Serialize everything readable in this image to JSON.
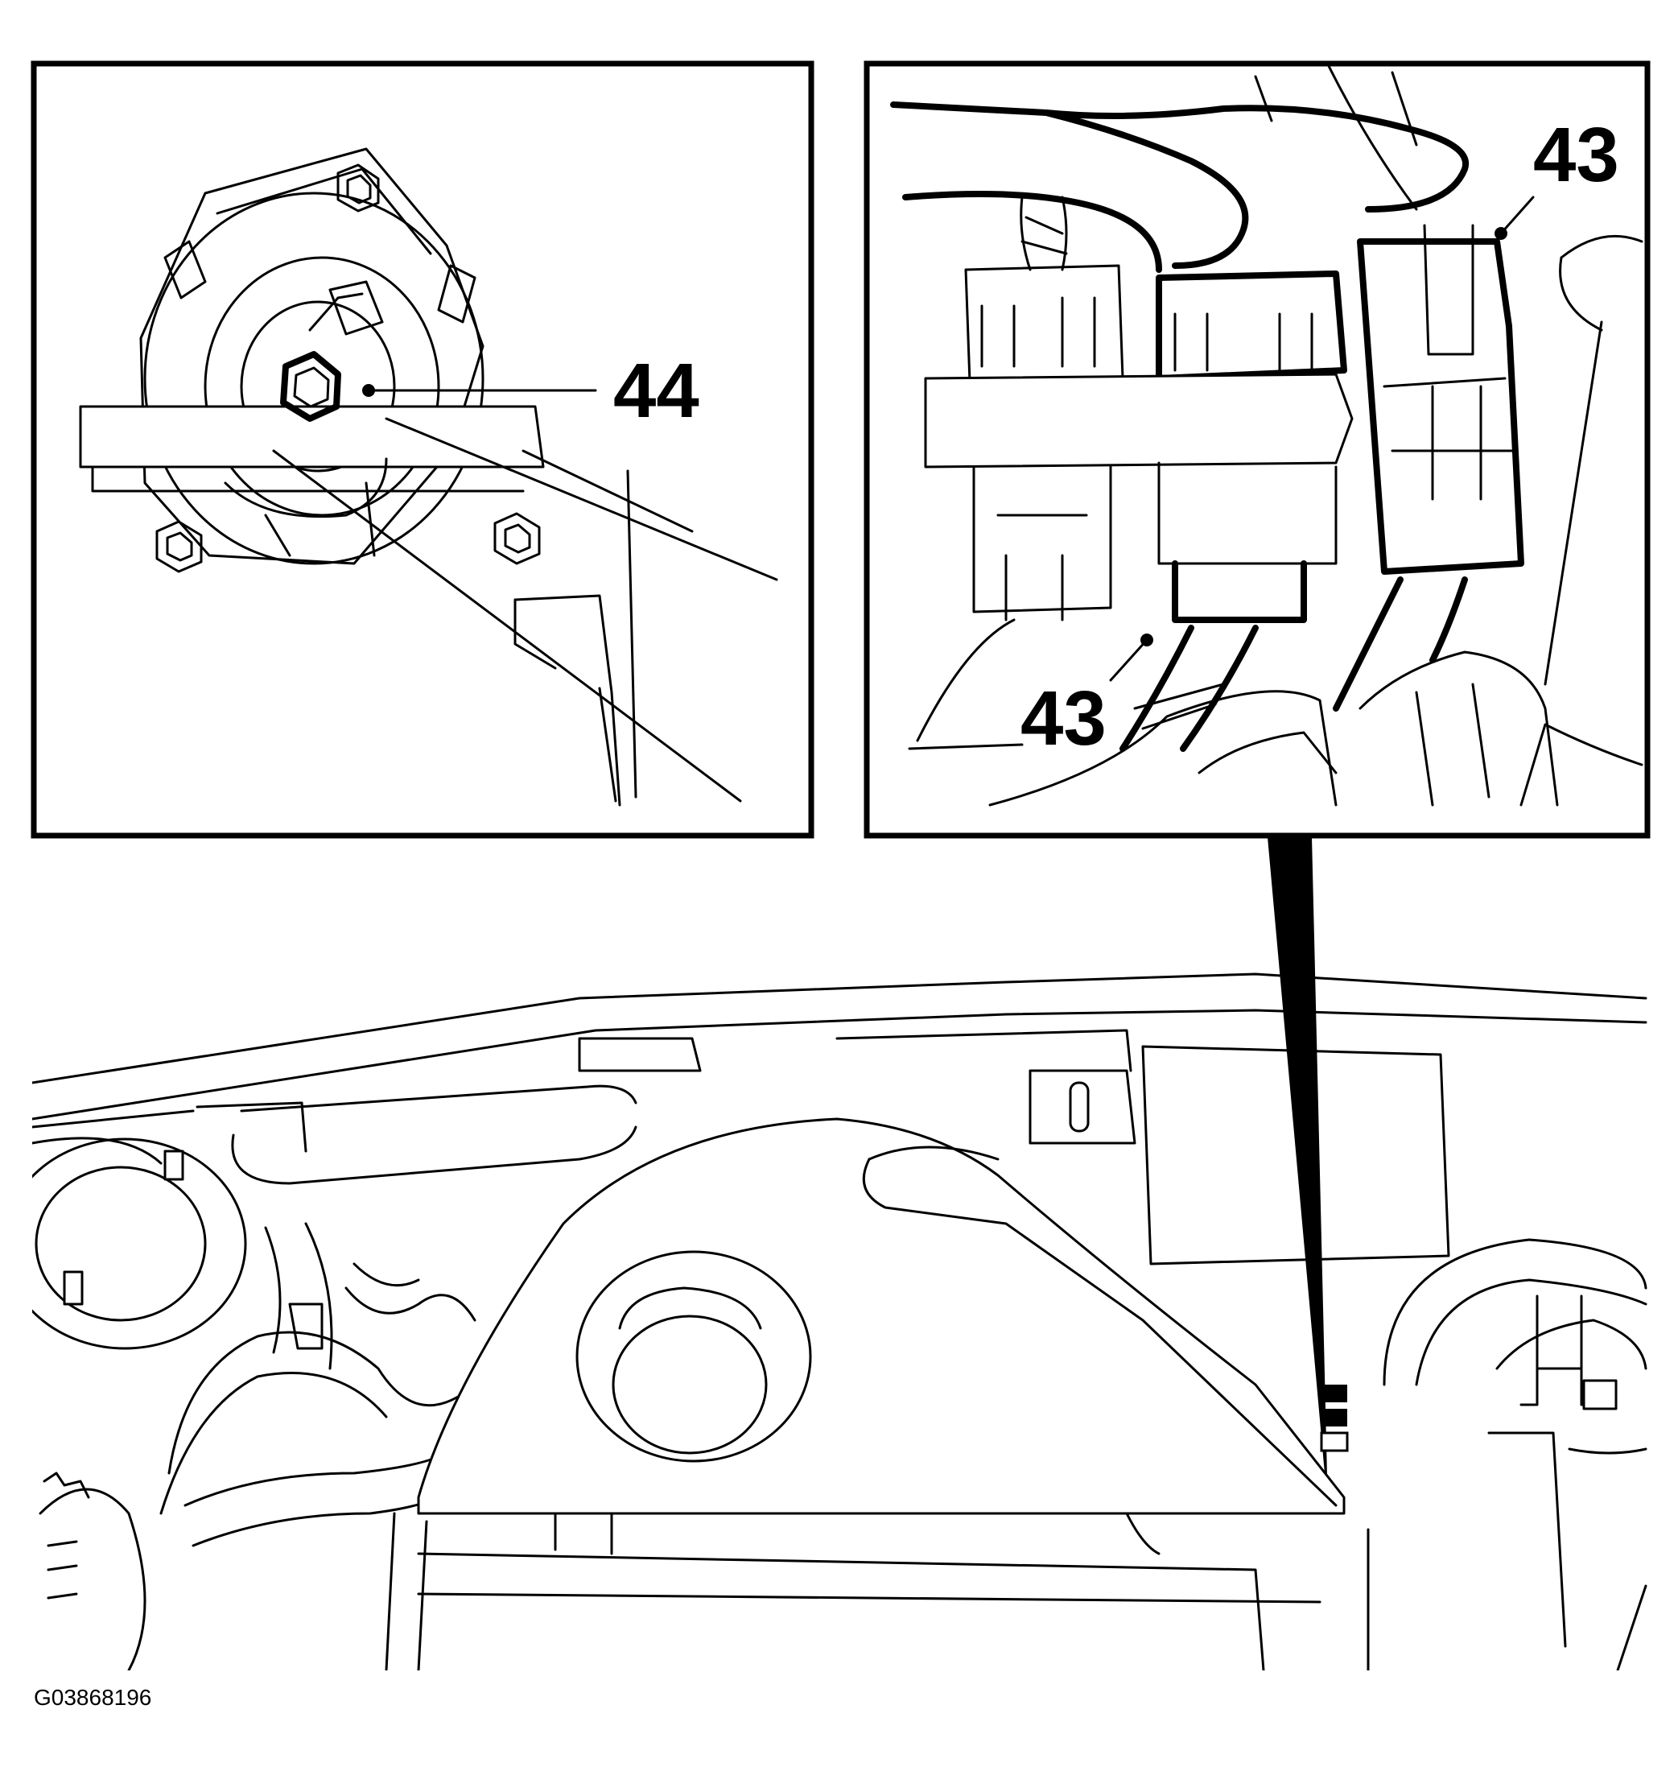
{
  "callouts": {
    "left_inset_label": "44",
    "right_inset_label_top": "43",
    "right_inset_label_bottom": "43"
  },
  "figure_ref": "G03868196",
  "colors": {
    "ink": "#000000",
    "paper": "#ffffff"
  }
}
